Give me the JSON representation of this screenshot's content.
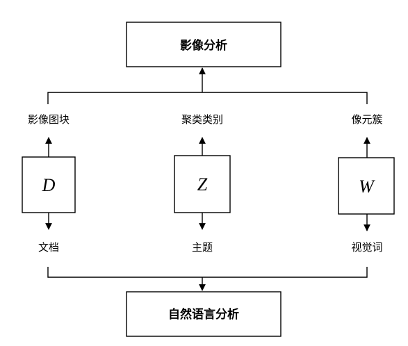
{
  "top_box": {
    "label": "影像分析"
  },
  "bottom_box": {
    "label": "自然语言分析"
  },
  "columns": [
    {
      "upper_label": "影像图块",
      "variable": "D",
      "lower_label": "文档"
    },
    {
      "upper_label": "聚类类别",
      "variable": "Z",
      "lower_label": "主题"
    },
    {
      "upper_label": "像元簇",
      "variable": "W",
      "lower_label": "视觉词"
    }
  ]
}
